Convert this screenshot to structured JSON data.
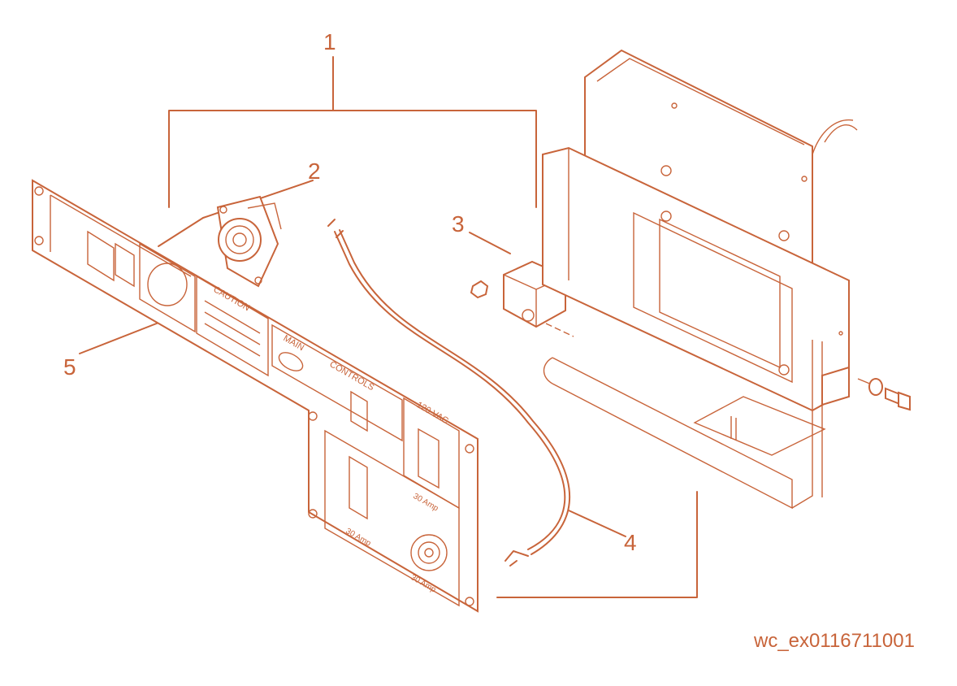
{
  "callouts": {
    "item1": "1",
    "item2": "2",
    "item3": "3",
    "item4": "4",
    "item5": "5"
  },
  "figure_id": "wc_ex0116711001",
  "panel_labels": {
    "caution": "CAUTION",
    "main": "MAIN",
    "controls": "CONTROLS",
    "volt_ac": "120 VAC",
    "amp_30_left": "30 Amp",
    "amp_30_right": "30 Amp",
    "amp_30_bottom": "30 Amp"
  },
  "colors": {
    "line": "#c8643a",
    "background": "#ffffff"
  }
}
